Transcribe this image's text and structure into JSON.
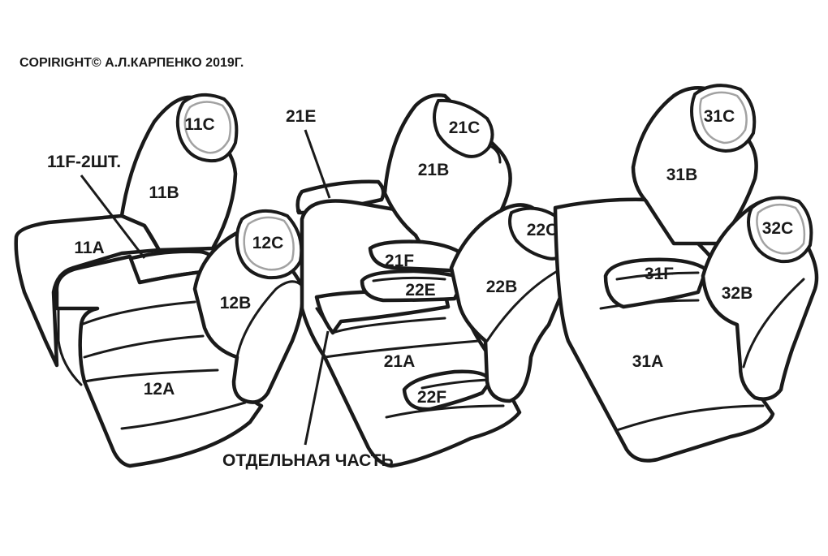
{
  "copyright": "COPIRIGHT© А.Л.КАРПЕНКО 2019Г.",
  "callouts": {
    "part_11f": "11F-2ШТ.",
    "part_21e": "21E",
    "separate_part": "ОТДЕЛЬНАЯ ЧАСТЬ"
  },
  "labels": {
    "l11c": "11C",
    "l11b": "11B",
    "l11a": "11A",
    "l12c": "12C",
    "l12b": "12B",
    "l12a": "12A",
    "l21c": "21C",
    "l21b": "21B",
    "l21f": "21F",
    "l21a": "21A",
    "l22c": "22C",
    "l22e": "22E",
    "l22b": "22B",
    "l22f": "22F",
    "l31c": "31C",
    "l31b": "31B",
    "l31f": "31F",
    "l31a": "31A",
    "l32c": "32C",
    "l32b": "32B"
  },
  "colors": {
    "ink": "#1a1a1a",
    "background": "#ffffff"
  }
}
